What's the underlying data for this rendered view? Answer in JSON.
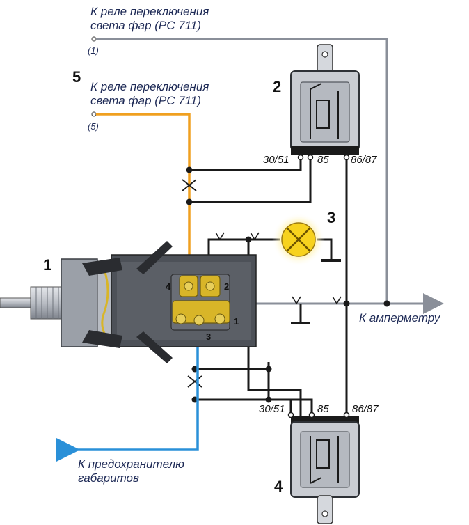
{
  "labels": {
    "relay_top_line1": "К реле переключения",
    "relay_top_line2": "света фар (РС 711)",
    "relay_top_pin": "(1)",
    "relay_mid_line1": "К реле переключения",
    "relay_mid_line2": "света фар (РС 711)",
    "relay_mid_pin": "(5)",
    "ammeter": "К амперметру",
    "fuse_line1": "К предохранителю",
    "fuse_line2": "габаритов"
  },
  "numbers": {
    "switch": "1",
    "relay_top": "2",
    "lamp": "3",
    "relay_bottom": "4",
    "wire5": "5"
  },
  "terminals": {
    "relay_top_a": "30/51",
    "relay_top_b": "85",
    "relay_top_c": "86/87",
    "relay_bottom_a": "30/51",
    "relay_bottom_b": "85",
    "relay_bottom_c": "86/87",
    "switch_t1": "1",
    "switch_t2": "2",
    "switch_t3": "3",
    "switch_t4": "4"
  },
  "colors": {
    "wire_black": "#1a1a1a",
    "wire_gray": "#8a8f99",
    "wire_orange": "#f0a020",
    "wire_blue": "#2a90d8",
    "relay_body": "#c9ccd2",
    "lamp_fill": "#f7d21e",
    "brass": "#d8b528"
  },
  "icons": [
    "relay-top-icon",
    "relay-bottom-icon",
    "warning-lamp-icon",
    "light-switch-icon",
    "ground-symbol-icon"
  ]
}
